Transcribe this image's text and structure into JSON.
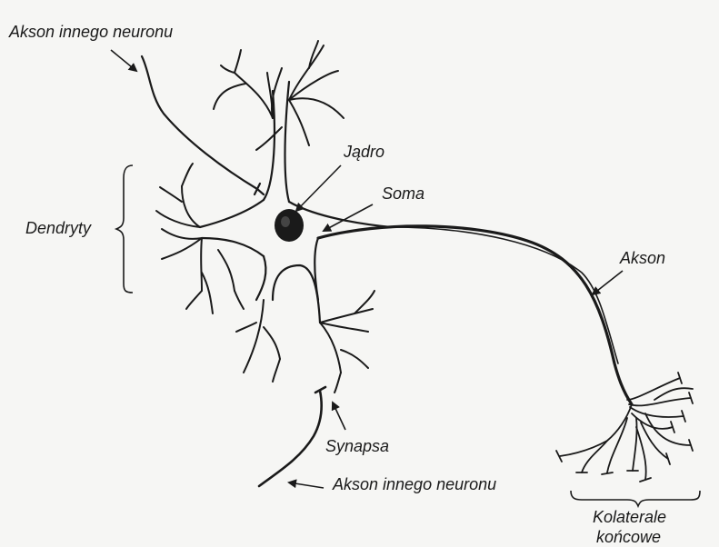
{
  "labels": {
    "axon_top": "Akson innego neuronu",
    "dendrites": "Dendryty",
    "nucleus": "Jądro",
    "soma": "Soma",
    "axon": "Akson",
    "synapse": "Synapsa",
    "axon_bottom": "Akson innego neuronu",
    "collaterals_line1": "Kolaterale",
    "collaterals_line2": "końcowe"
  },
  "colors": {
    "ink": "#1a1a1a",
    "paper": "#f6f6f4"
  }
}
